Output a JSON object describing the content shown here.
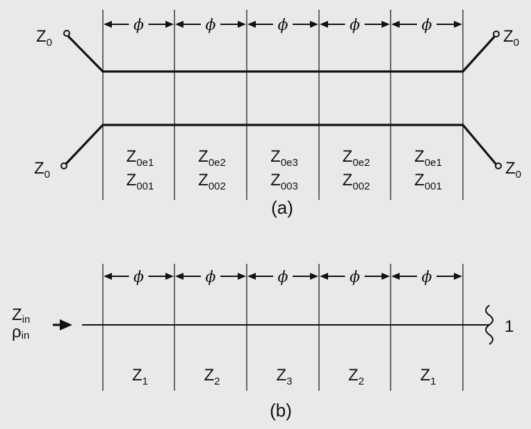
{
  "figure_a": {
    "caption": "(a)",
    "phi_symbol": "ϕ",
    "port_labels": {
      "top_left": {
        "main": "Z",
        "sub": "0"
      },
      "bottom_left": {
        "main": "Z",
        "sub": "0"
      },
      "top_right": {
        "main": "Z",
        "sub": "0"
      },
      "bottom_right": {
        "main": "Z",
        "sub": "0"
      }
    },
    "sections": [
      {
        "even": {
          "main": "Z",
          "sub": "0e1"
        },
        "odd": {
          "main": "Z",
          "sub": "001"
        }
      },
      {
        "even": {
          "main": "Z",
          "sub": "0e2"
        },
        "odd": {
          "main": "Z",
          "sub": "002"
        }
      },
      {
        "even": {
          "main": "Z",
          "sub": "0e3"
        },
        "odd": {
          "main": "Z",
          "sub": "003"
        }
      },
      {
        "even": {
          "main": "Z",
          "sub": "0e2"
        },
        "odd": {
          "main": "Z",
          "sub": "002"
        }
      },
      {
        "even": {
          "main": "Z",
          "sub": "0e1"
        },
        "odd": {
          "main": "Z",
          "sub": "001"
        }
      }
    ]
  },
  "figure_b": {
    "caption": "(b)",
    "phi_symbol": "ϕ",
    "input_labels": {
      "z": {
        "main": "Z",
        "sub": "in"
      },
      "rho": {
        "main": "ρ",
        "sub": "in"
      }
    },
    "load_label": "1",
    "sections": [
      {
        "main": "Z",
        "sub": "1"
      },
      {
        "main": "Z",
        "sub": "2"
      },
      {
        "main": "Z",
        "sub": "3"
      },
      {
        "main": "Z",
        "sub": "2"
      },
      {
        "main": "Z",
        "sub": "1"
      }
    ]
  }
}
